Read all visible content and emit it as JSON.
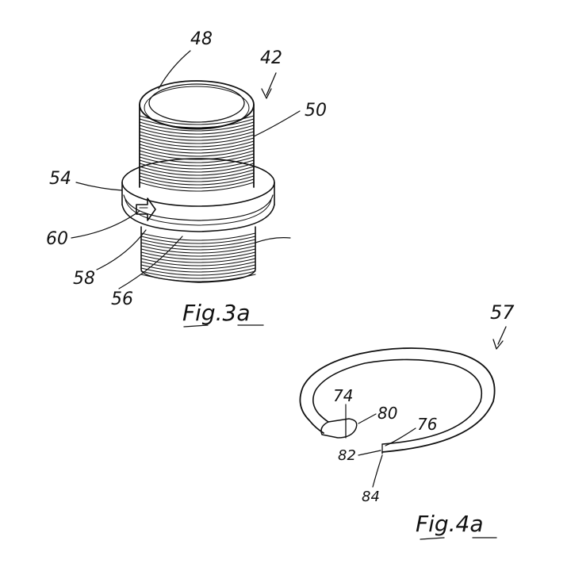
{
  "figures": [
    {
      "id": "fig3a",
      "caption": "Fig.3a",
      "ref_labels": [
        "48",
        "42",
        "50",
        "54",
        "60",
        "58",
        "56"
      ]
    },
    {
      "id": "fig4a",
      "caption": "Fig.4a",
      "ref_labels": [
        "57",
        "74",
        "80",
        "76",
        "82",
        "84"
      ]
    }
  ],
  "labels": {
    "l48": "48",
    "l42": "42",
    "l50": "50",
    "l54": "54",
    "l60": "60",
    "l58": "58",
    "l56": "56",
    "l57": "57",
    "l74": "74",
    "l80": "80",
    "l76": "76",
    "l82": "82",
    "l84": "84",
    "cap3a": "Fig.3a",
    "cap4a": "Fig.4a"
  }
}
